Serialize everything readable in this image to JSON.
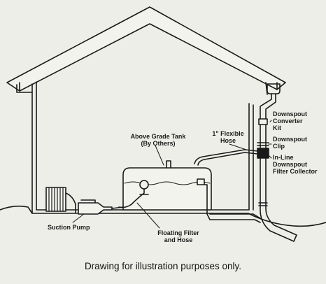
{
  "labels": {
    "above_grade_tank": [
      "Above Grade Tank",
      "(By Others)"
    ],
    "flexible_hose": [
      "1\" Flexible",
      "Hose"
    ],
    "downspout_converter_kit": [
      "Downspout",
      "Converter",
      "Kit"
    ],
    "downspout_clip": [
      "Downspout",
      "Clip"
    ],
    "inline_filter_collector": [
      "In-Line",
      "Downspout",
      "Filter Collector"
    ],
    "suction_pump": [
      "Suction Pump"
    ],
    "floating_filter": [
      "Floating Filter",
      "and Hose"
    ]
  },
  "caption": "Drawing for illustration purposes only."
}
